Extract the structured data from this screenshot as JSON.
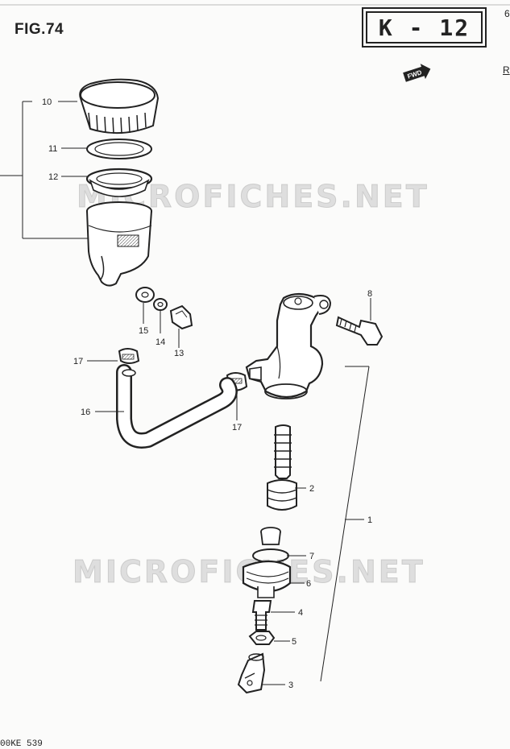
{
  "page": {
    "title": "FIG.74",
    "code": "K - 12",
    "edge_marks": [
      "6",
      "R"
    ],
    "footer_code": "00KE 539",
    "watermark": "MICROFICHES.NET",
    "fwd_label": "FWD"
  },
  "callouts": [
    "10",
    "11",
    "12",
    "15",
    "14",
    "13",
    "17",
    "16",
    "17",
    "8",
    "2",
    "1",
    "7",
    "6",
    "4",
    "5",
    "3"
  ]
}
